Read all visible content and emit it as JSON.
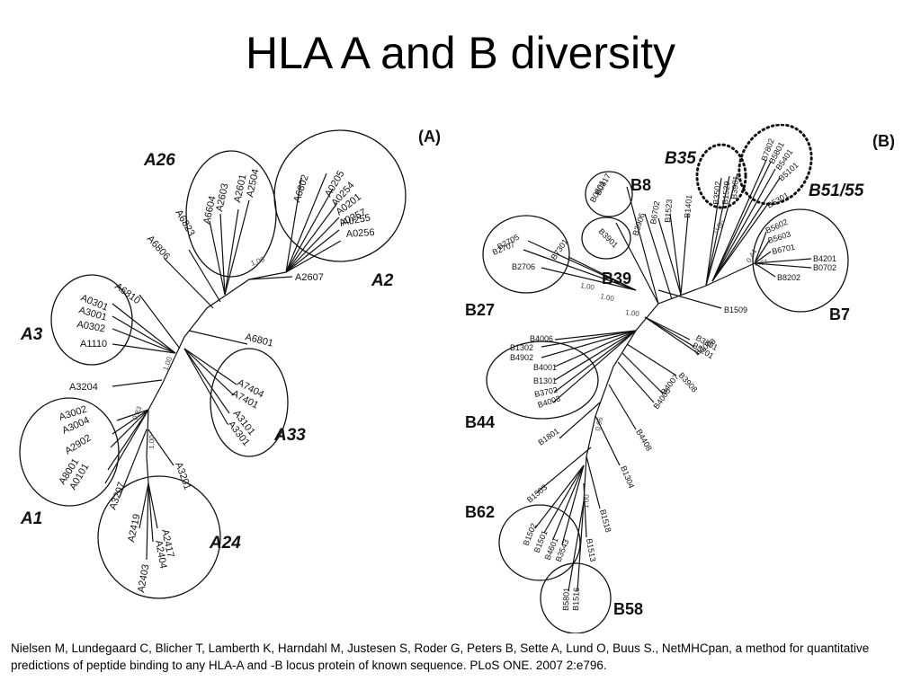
{
  "title": "HLA A and B diversity",
  "citation": "Nielsen M, Lundegaard C, Blicher T, Lamberth K, Harndahl M, Justesen S, Roder G, Peters B, Sette A, Lund O, Buus S., NetMHCpan, a method for quantitative predictions of peptide binding to any HLA-A and -B locus protein of known sequence. PLoS ONE. 2007 2:e796.",
  "panel_a": {
    "label": "(A)",
    "groups": [
      "A26",
      "A2",
      "A3",
      "A33",
      "A1",
      "A24"
    ],
    "leaves": [
      "A2601",
      "A2504",
      "A2603",
      "A6604",
      "A6823",
      "A6806",
      "A6802",
      "A0205",
      "A0254",
      "A0201",
      "A0257",
      "A0255",
      "A0256",
      "A2607",
      "A6810",
      "A0301",
      "A3001",
      "A0302",
      "A1110",
      "A6801",
      "A7404",
      "A7401",
      "A3101",
      "A3301",
      "A3204",
      "A3002",
      "A3004",
      "A2902",
      "A8001",
      "A0101",
      "A3207",
      "A3201",
      "A2419",
      "A2417",
      "A2404",
      "A2403"
    ],
    "bootstrap": [
      "1.00",
      "1.00",
      "0.83",
      "1.00"
    ]
  },
  "panel_b": {
    "label": "(B)",
    "groups": [
      "B35",
      "B51/55",
      "B8",
      "B39",
      "B27",
      "B7",
      "B44",
      "B62",
      "B58"
    ],
    "leaves": [
      "B3502",
      "B1529",
      "B3901",
      "B7802",
      "B5801",
      "B5401",
      "B5101",
      "B5301",
      "B0817",
      "B0801",
      "B1401",
      "B1523",
      "B6702",
      "B3906",
      "B3901",
      "B2705",
      "B2707",
      "B7301",
      "B2706",
      "B5602",
      "B5603",
      "B6701",
      "B4201",
      "B0702",
      "B8202",
      "B1509",
      "B4006",
      "B1302",
      "B4902",
      "B4001",
      "B1301",
      "B3702",
      "B4003",
      "B3801",
      "B5201",
      "B4008",
      "B3908",
      "B4007",
      "B4005",
      "B1801",
      "B4408",
      "B1304",
      "B1503",
      "B1518",
      "B1502",
      "B1501",
      "B4601",
      "B3543",
      "B1513",
      "B5801",
      "B1516"
    ],
    "bootstrap": [
      "0.44",
      "0.86",
      "0.61",
      "1.00",
      "1.00",
      "1.00",
      "0.96",
      "1.00"
    ]
  }
}
